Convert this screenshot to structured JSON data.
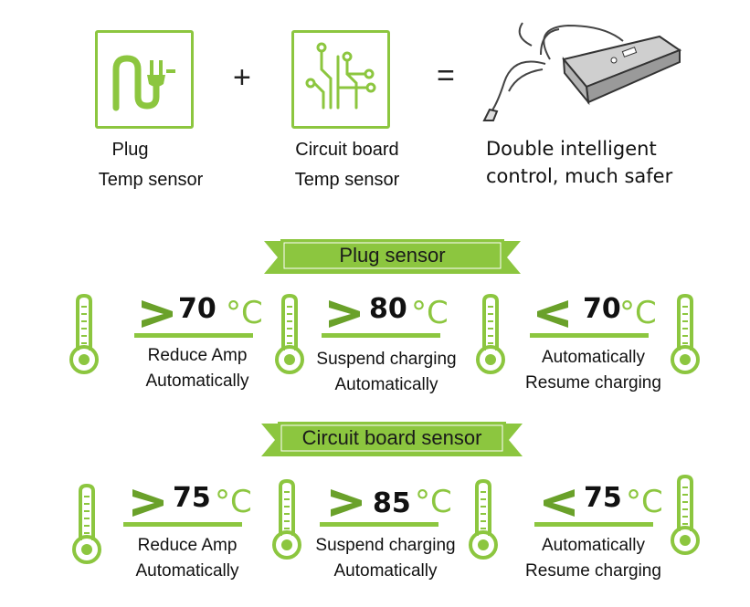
{
  "top": {
    "plug_caption": [
      "Plug",
      "Temp sensor"
    ],
    "board_caption": [
      "Circuit board",
      "Temp sensor"
    ],
    "result_caption": [
      "Double intelligent",
      "control, much safer"
    ],
    "plus": "+",
    "equals": "="
  },
  "plug_section": {
    "title": "Plug sensor",
    "rules": [
      {
        "symbol": ">",
        "value": "70",
        "unit": "°C",
        "desc": [
          "Reduce Amp",
          "Automatically"
        ]
      },
      {
        "symbol": ">",
        "value": "80",
        "unit": "°C",
        "desc": [
          "Suspend charging",
          "Automatically"
        ]
      },
      {
        "symbol": "<",
        "value": "70",
        "unit": "°C",
        "desc": [
          "Automatically",
          "Resume charging"
        ]
      }
    ]
  },
  "board_section": {
    "title": "Circuit board sensor",
    "rules": [
      {
        "symbol": ">",
        "value": "75",
        "unit": "°C",
        "desc": [
          "Reduce Amp",
          "Automatically"
        ]
      },
      {
        "symbol": ">",
        "value": "85",
        "unit": "°C",
        "desc": [
          "Suspend charging",
          "Automatically"
        ]
      },
      {
        "symbol": "<",
        "value": "75",
        "unit": "°C",
        "desc": [
          "Automatically",
          "Resume charging"
        ]
      }
    ]
  },
  "colors": {
    "accent": "#8cc63f",
    "banner_dark": "#6aa12a"
  }
}
